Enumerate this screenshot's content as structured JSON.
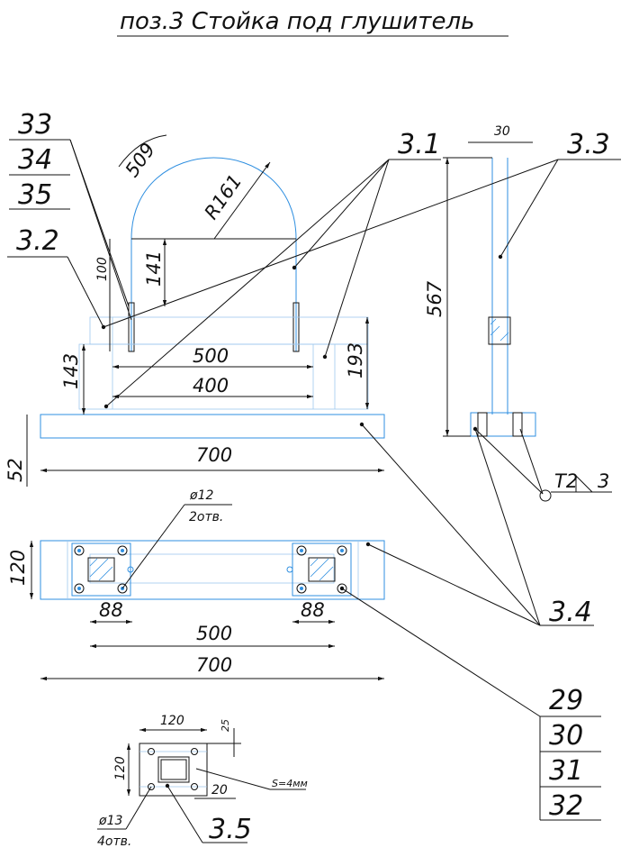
{
  "title": "поз.3  Стойка под глушитель",
  "dimensions": {
    "arc_length": "509",
    "radius": "R161",
    "h100": "100",
    "h141": "141",
    "w500_front": "500",
    "w400": "400",
    "h143": "143",
    "h193": "193",
    "w700_front": "700",
    "h52": "52",
    "w30": "30",
    "h567": "567",
    "d12": "ø12",
    "holes2": "2отв.",
    "h120_plan": "120",
    "w88_left": "88",
    "w88_right": "88",
    "w500_plan": "500",
    "w700_plan": "700",
    "w120_det": "120",
    "h120_det": "120",
    "w25_det": "25",
    "w20_det": "20",
    "thickness": "S=4мм",
    "d13": "ø13",
    "holes4": "4отв."
  },
  "callouts": {
    "c33": "33",
    "c34": "34",
    "c35": "35",
    "c3_2": "3.2",
    "c3_1": "3.1",
    "c3_3": "3.3",
    "c3_4": "3.4",
    "c3_5": "3.5",
    "c29": "29",
    "c30": "30",
    "c31": "31",
    "c32": "32"
  },
  "weld": {
    "type": "T2",
    "leg": "3"
  }
}
